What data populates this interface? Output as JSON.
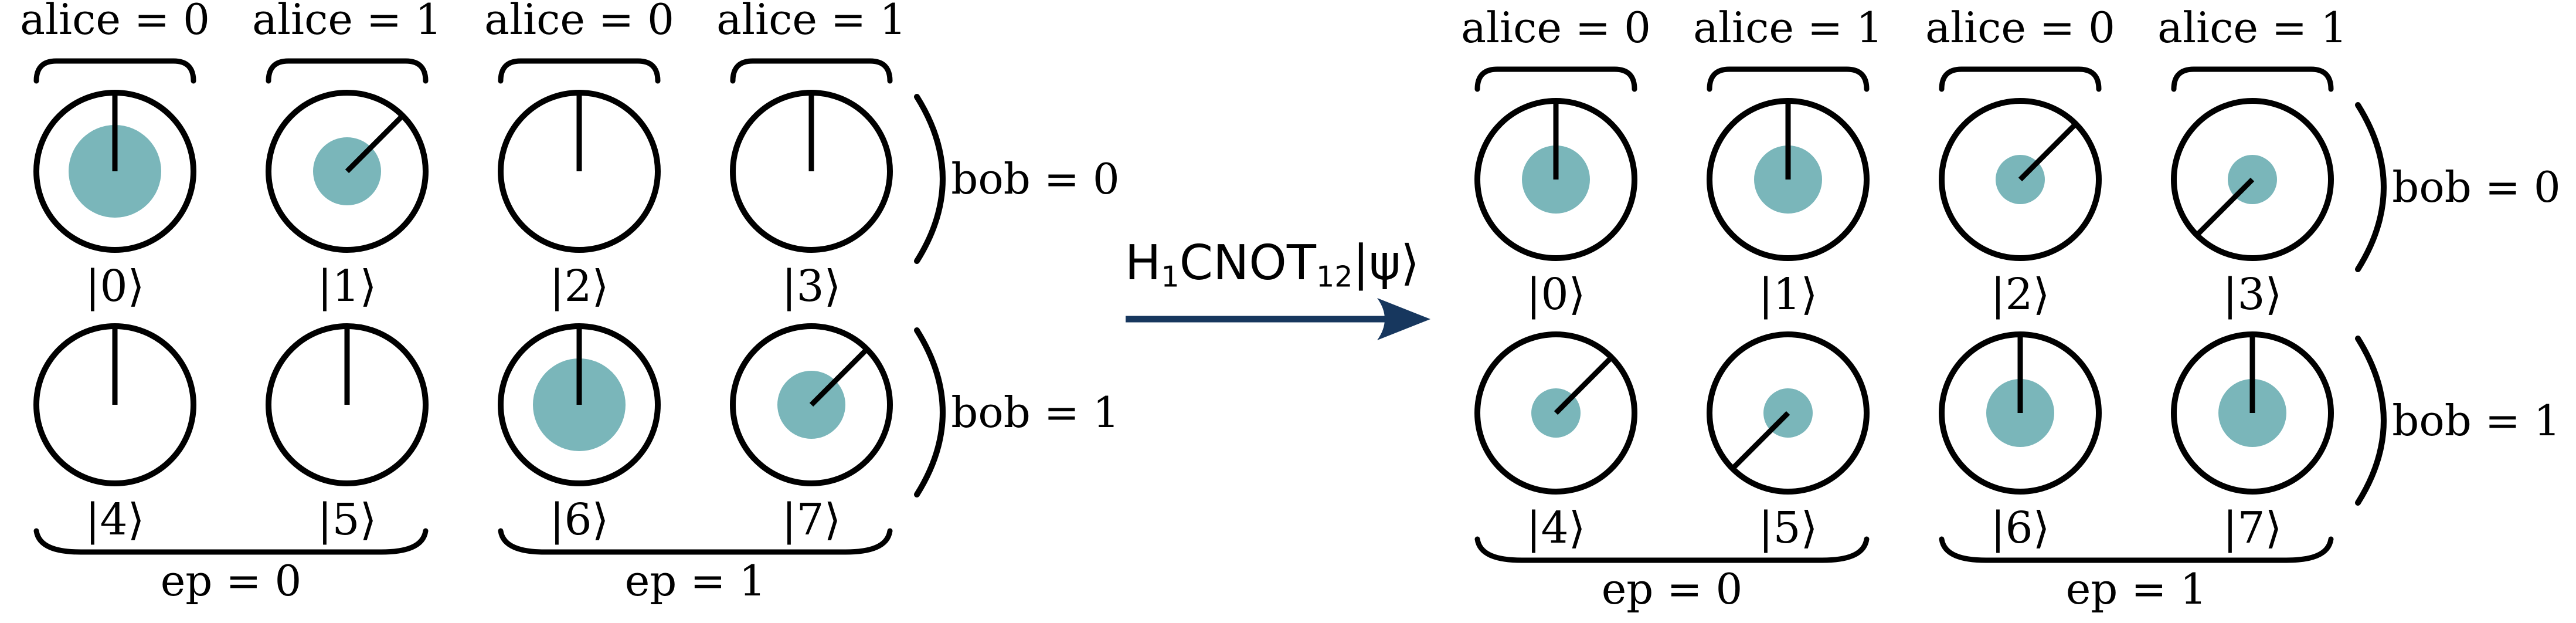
{
  "colors": {
    "ink": "#000000",
    "amplitude_fill": "#7ab6ba",
    "arrow": "#17375e",
    "background": "#ffffff"
  },
  "arrow": {
    "segments": [
      {
        "text": "H",
        "subscript": false
      },
      {
        "text": "1",
        "subscript": true
      },
      {
        "text": "CNOT",
        "subscript": false
      },
      {
        "text": "12",
        "subscript": true
      },
      {
        "text": "|ψ⟩",
        "subscript": false
      }
    ]
  },
  "panels": [
    {
      "id": "before",
      "alice_labels": [
        "alice = 0",
        "alice = 1",
        "alice = 0",
        "alice = 1"
      ],
      "bob_labels": [
        "bob = 0",
        "bob = 1"
      ],
      "ep_labels": [
        "ep = 0",
        "ep = 1"
      ],
      "states": [
        {
          "ket": "|0⟩",
          "amplitude": 0.59,
          "phase_deg": 0
        },
        {
          "ket": "|1⟩",
          "amplitude": 0.43,
          "phase_deg": 45
        },
        {
          "ket": "|2⟩",
          "amplitude": 0,
          "phase_deg": 0
        },
        {
          "ket": "|3⟩",
          "amplitude": 0,
          "phase_deg": 0
        },
        {
          "ket": "|4⟩",
          "amplitude": 0,
          "phase_deg": 0
        },
        {
          "ket": "|5⟩",
          "amplitude": 0,
          "phase_deg": 0
        },
        {
          "ket": "|6⟩",
          "amplitude": 0.59,
          "phase_deg": 0
        },
        {
          "ket": "|7⟩",
          "amplitude": 0.43,
          "phase_deg": 45
        }
      ]
    },
    {
      "id": "after",
      "alice_labels": [
        "alice = 0",
        "alice = 1",
        "alice = 0",
        "alice = 1"
      ],
      "bob_labels": [
        "bob = 0",
        "bob = 1"
      ],
      "ep_labels": [
        "ep = 0",
        "ep = 1"
      ],
      "states": [
        {
          "ket": "|0⟩",
          "amplitude": 0.43,
          "phase_deg": 0
        },
        {
          "ket": "|1⟩",
          "amplitude": 0.43,
          "phase_deg": 0
        },
        {
          "ket": "|2⟩",
          "amplitude": 0.31,
          "phase_deg": 45
        },
        {
          "ket": "|3⟩",
          "amplitude": 0.31,
          "phase_deg": 225
        },
        {
          "ket": "|4⟩",
          "amplitude": 0.31,
          "phase_deg": 45
        },
        {
          "ket": "|5⟩",
          "amplitude": 0.31,
          "phase_deg": 225
        },
        {
          "ket": "|6⟩",
          "amplitude": 0.43,
          "phase_deg": 0
        },
        {
          "ket": "|7⟩",
          "amplitude": 0.43,
          "phase_deg": 0
        }
      ]
    }
  ]
}
